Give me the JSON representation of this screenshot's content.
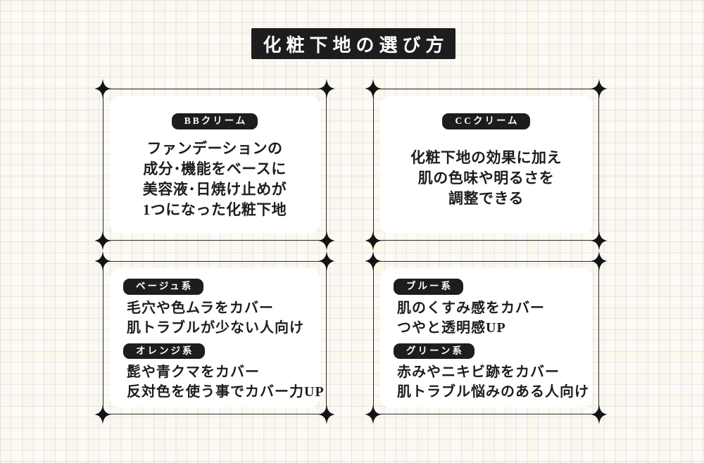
{
  "title": "化粧下地の選び方",
  "colors": {
    "ink": "#1d1d1d",
    "card_bg": "#ffffff",
    "page_bg": "#fcfbf6",
    "grid_line": "#b7b1db",
    "text": "#1d1d1d",
    "label_text": "#ffffff"
  },
  "icons": {
    "card_corner": "four-point-sparkle"
  },
  "cards": [
    {
      "id": "bb-cream",
      "label": "BBクリーム",
      "lines": [
        "ファンデーションの",
        "成分･機能をベースに",
        "美容液･日焼け止めが",
        "1つになった化粧下地"
      ]
    },
    {
      "id": "cc-cream",
      "label": "CCクリーム",
      "lines": [
        "化粧下地の効果に加え",
        "肌の色味や明るさを",
        "調整できる"
      ]
    },
    {
      "id": "beige-orange",
      "sections": [
        {
          "label": "ベージュ系",
          "lines": [
            "毛穴や色ムラをカバー",
            "肌トラブルが少ない人向け"
          ]
        },
        {
          "label": "オレンジ系",
          "lines": [
            "髭や青クマをカバー",
            "反対色を使う事でカバー力UP"
          ]
        }
      ]
    },
    {
      "id": "blue-green",
      "sections": [
        {
          "label": "ブルー系",
          "lines": [
            "肌のくすみ感をカバー",
            "つやと透明感UP"
          ]
        },
        {
          "label": "グリーン系",
          "lines": [
            "赤みやニキビ跡をカバー",
            "肌トラブル悩みのある人向け"
          ]
        }
      ]
    }
  ]
}
